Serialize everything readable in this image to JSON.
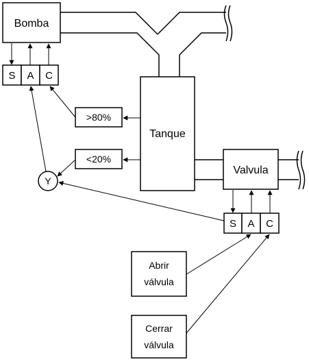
{
  "colors": {
    "line": "#000000",
    "background": "#ffffff"
  },
  "pump": {
    "label": "Bomba",
    "sac": [
      "S",
      "A",
      "C"
    ]
  },
  "tank": {
    "label": "Tanque"
  },
  "valve": {
    "label": "Valvula",
    "sac": [
      "S",
      "A",
      "C"
    ]
  },
  "sensors": {
    "high": ">80%",
    "low": "<20%"
  },
  "logic": {
    "and_gate": "Y"
  },
  "commands": {
    "open_line1": "Abrir",
    "open_line2": "válvula",
    "close_line1": "Cerrar",
    "close_line2": "válvula"
  }
}
